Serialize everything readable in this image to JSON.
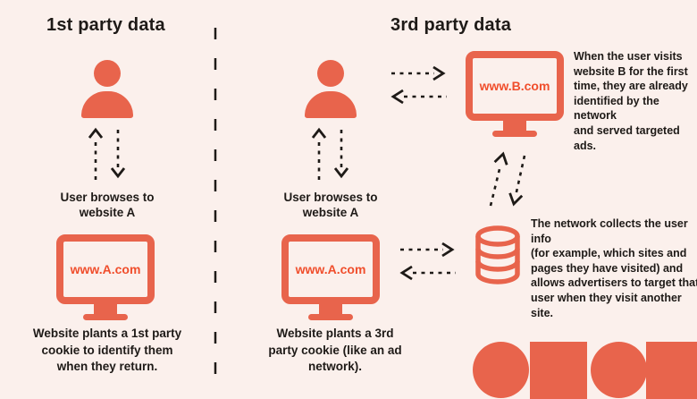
{
  "title": "1st party data vs 3rd party data cookie diagram",
  "colors": {
    "background": "#FBF0EC",
    "accent": "#E8644C",
    "accent_bright": "#F04E2C",
    "ink": "#1E1A17"
  },
  "first_party": {
    "heading": "1st party data",
    "person_icon": "user-icon",
    "arrows_icon": "up-down-dashed-arrows-icon",
    "browse_label": "User browses to\nwebsite A",
    "monitor": {
      "icon": "desktop-monitor-icon",
      "label": "www.A.com"
    },
    "caption": "Website plants a 1st party\ncookie to identify them\nwhen they return."
  },
  "third_party": {
    "heading": "3rd party data",
    "person_icon": "user-icon",
    "arrows_icon": "up-down-dashed-arrows-icon",
    "browse_label": "User browses to\nwebsite A",
    "monitor_a": {
      "icon": "desktop-monitor-icon",
      "label": "www.A.com"
    },
    "monitor_b": {
      "icon": "desktop-monitor-icon",
      "label": "www.B.com"
    },
    "caption": "Website plants a 3rd\nparty cookie (like an ad\nnetwork).",
    "note_website_b": "When the user visits\nwebsite B for the first\ntime, they are already\nidentified by the network\nand served targeted ads.",
    "database_icon": "database-cylinder-icon",
    "note_network": "The network collects the user info\n(for example, which sites and\npages they have visited) and\nallows advertisers to target that\nuser when they visit another site."
  },
  "logo": {
    "shapes": [
      "circle",
      "square",
      "circle",
      "square"
    ]
  }
}
